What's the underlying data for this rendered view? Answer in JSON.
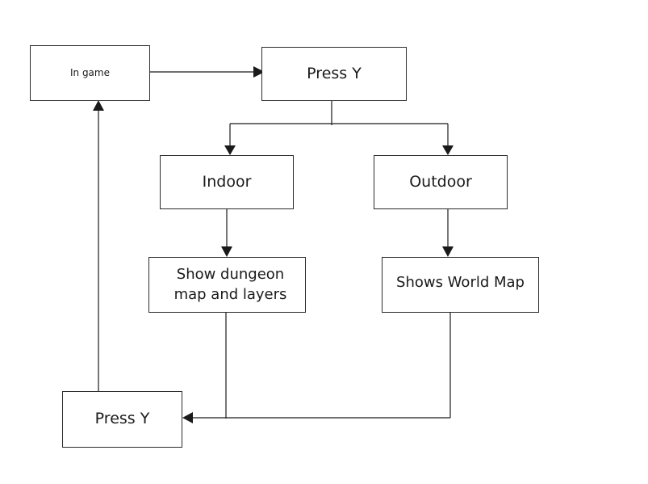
{
  "diagram": {
    "nodes": {
      "in_game": "In game",
      "press_y_top": "Press Y",
      "indoor": "Indoor",
      "outdoor": "Outdoor",
      "show_dungeon_line1": "Show dungeon",
      "show_dungeon_line2": "map and layers",
      "shows_world_map": "Shows World Map",
      "press_y_bottom": "Press Y"
    },
    "edges": [
      {
        "from": "In game",
        "to": "Press Y"
      },
      {
        "from": "Press Y",
        "to": "Indoor"
      },
      {
        "from": "Press Y",
        "to": "Outdoor"
      },
      {
        "from": "Indoor",
        "to": "Show dungeon map and layers"
      },
      {
        "from": "Outdoor",
        "to": "Shows World Map"
      },
      {
        "from": "Show dungeon map and layers",
        "to": "Press Y (bottom)"
      },
      {
        "from": "Shows World Map",
        "to": "Press Y (bottom)"
      },
      {
        "from": "Press Y (bottom)",
        "to": "In game"
      }
    ],
    "colors": {
      "line": "#1a1a1a",
      "box_border": "#2b2b2b",
      "background": "#ffffff"
    }
  }
}
